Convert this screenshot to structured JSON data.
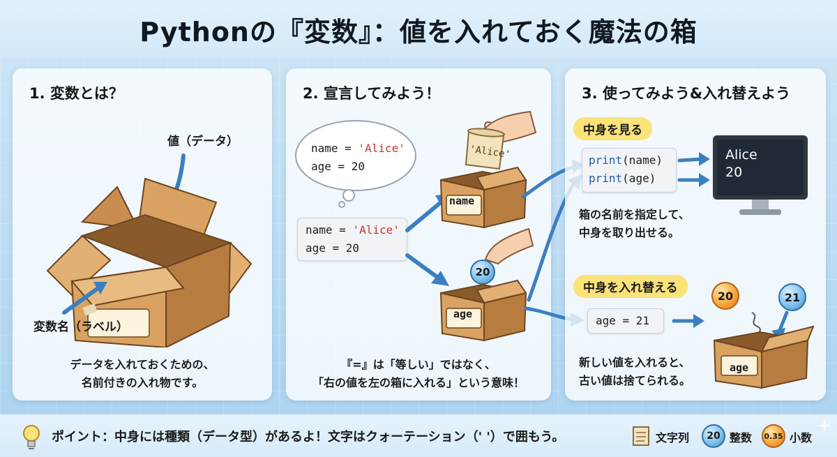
{
  "title": "Pythonの『変数』：値を入れておく魔法の箱",
  "panel1": {
    "heading": "1. 変数とは？",
    "value_label": "値（データ）",
    "name_label": "変数名（ラベル）",
    "desc_line1": "データを入れておくための、",
    "desc_line2": "名前付きの入れ物です。"
  },
  "panel2": {
    "heading": "2. 宣言してみよう！",
    "bubble": {
      "line1_prefix": "name = ",
      "line1_str": "'Alice'",
      "line2": "age = 20"
    },
    "code": {
      "line1_prefix": "name = ",
      "line1_str": "'Alice'",
      "line2": "age = 20"
    },
    "scroll_text": "'Alice'",
    "box_name_label": "name",
    "box_age_label": "age",
    "coin_value": "20",
    "desc_line1": "『=』は「等しい」ではなく、",
    "desc_line2": "「右の値を左の箱に入れる」という意味！"
  },
  "panel3": {
    "heading": "3. 使ってみよう&入れ替えよう",
    "view_pill": "中身を見る",
    "print_line1_fn": "print",
    "print_line1_arg": "(name)",
    "print_line2_fn": "print",
    "print_line2_arg": "(age)",
    "monitor_line1": "Alice",
    "monitor_line2": "20",
    "view_desc_line1": "箱の名前を指定して、",
    "view_desc_line2": "中身を取り出せる。",
    "replace_pill": "中身を入れ替える",
    "replace_code": "age = 21",
    "old_coin": "20",
    "new_coin": "21",
    "box_label": "age",
    "replace_desc_line1": "新しい値を入れると、",
    "replace_desc_line2": "古い値は捨てられる。"
  },
  "bottom": {
    "point_text": "ポイント：中身には種類（データ型）があるよ！文字はクォーテーション（' '）で囲もう。",
    "legend_string": "文字列",
    "legend_int_coin": "20",
    "legend_int": "整数",
    "legend_float_coin": "0.35",
    "legend_float": "小数"
  },
  "colors": {
    "background": "#bcdcf3",
    "box_fill": "#d9a262",
    "box_dark": "#b77c3f",
    "arrow_blue": "#3b7fc0",
    "string_red": "#c0392b",
    "pill_yellow": "#fbe37a",
    "code_blue": "#1f5fa8"
  },
  "icons": [
    "lightbulb-icon",
    "scroll-icon",
    "hand-icon",
    "monitor-icon",
    "sparkle-icon"
  ]
}
